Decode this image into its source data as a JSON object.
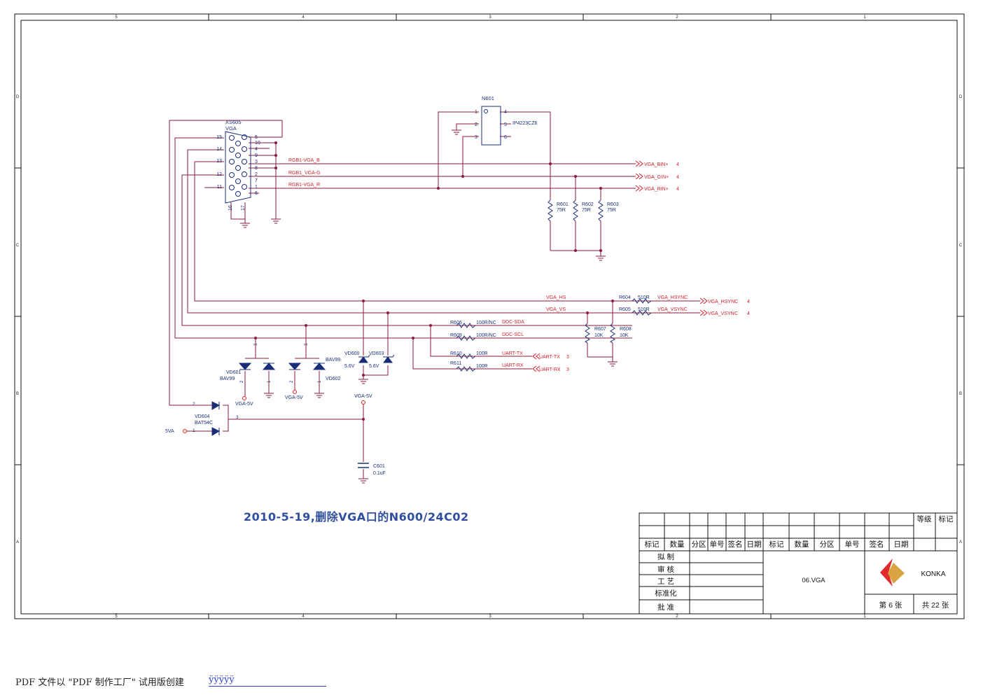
{
  "frame": {
    "zones_top": [
      "5",
      "4",
      "3",
      "2",
      "1"
    ],
    "zones_side": [
      "D",
      "C",
      "B",
      "A"
    ]
  },
  "components": {
    "connector": {
      "ref": "XS605",
      "value": "VGA",
      "pins_left": [
        "15",
        "14",
        "13",
        "12",
        "11"
      ],
      "pins_right": [
        "5",
        "10",
        "4",
        "9",
        "3",
        "8",
        "2",
        "7",
        "1",
        "6"
      ],
      "pins_bottom": [
        "16",
        "17"
      ]
    },
    "esd_chip": {
      "ref": "N601",
      "part": "IP4223CZ6",
      "pins_left": [
        "1",
        "2",
        "3"
      ],
      "pins_right": [
        "4",
        "5",
        "6"
      ]
    },
    "r601": {
      "ref": "R601",
      "value": "75R"
    },
    "r602": {
      "ref": "R602",
      "value": "75R"
    },
    "r603": {
      "ref": "R603",
      "value": "75R"
    },
    "r604": {
      "ref": "R604",
      "value": "510R"
    },
    "r605": {
      "ref": "R605",
      "value": "510R"
    },
    "r606": {
      "ref": "R606",
      "value": "100R/NC"
    },
    "r607": {
      "ref": "R607",
      "value": "10K"
    },
    "r608": {
      "ref": "R608",
      "value": "10K"
    },
    "r609": {
      "ref": "R609",
      "value": "100R/NC"
    },
    "r610": {
      "ref": "R610",
      "value": "100R"
    },
    "r611": {
      "ref": "R611",
      "value": "100R"
    },
    "vd600": {
      "ref": "VD600",
      "value": "5.6V"
    },
    "vd603": {
      "ref": "VD603",
      "value": "5.6V"
    },
    "vd601": {
      "ref": "VD601",
      "value": "BAV99"
    },
    "vd602": {
      "ref": "VD602",
      "value": "BAV99"
    },
    "vd604": {
      "ref": "VD604",
      "value": "BAT54C"
    },
    "c601": {
      "ref": "C601",
      "value": "0.1uF"
    }
  },
  "nets": {
    "rgb_b": "RGB1-VGA_B",
    "rgb_g": "RGB1_VGA-G",
    "rgb_r": "RGB1-VGA_R",
    "vga_hs": "VGA_HS",
    "vga_vs": "VGA_VS",
    "hsync_local": "VGA_HSYNC",
    "vsync_local": "VGA_VSYNC",
    "ddc_sda": "DDC-SDA",
    "ddc_scl": "DDC-SCL",
    "uart_tx": "UART-TX",
    "uart_rx": "UART-RX",
    "vga5v": "VGA-5V",
    "fivea": "5VA"
  },
  "ports": {
    "bin": {
      "name": "VGA_BIN+",
      "sheet": "4"
    },
    "gin": {
      "name": "VGA_GIN+",
      "sheet": "4"
    },
    "rin": {
      "name": "VGA_RIN+",
      "sheet": "4"
    },
    "hsync": {
      "name": "VGA_HSYNC",
      "sheet": "4"
    },
    "vsync": {
      "name": "VGA_VSYNC",
      "sheet": "4"
    },
    "uart_tx": {
      "name": "UART-TX",
      "sheet": "3"
    },
    "uart_rx": {
      "name": "UART-RX",
      "sheet": "3"
    }
  },
  "note": "2010-5-19,删除VGA口的N600/24C02",
  "title_block": {
    "level": "等级",
    "mark": "标记",
    "headers": [
      "标记",
      "数量",
      "分区",
      "单号",
      "签名",
      "日期",
      "标记",
      "数量",
      "分区",
      "单号",
      "签名",
      "日期"
    ],
    "roles": [
      "拟 制",
      "审 核",
      "工 艺",
      "标准化",
      "批 准"
    ],
    "drawing": "06.VGA",
    "company": "KONKA",
    "sheet_label": "第 6 张",
    "total_label": "共 22 张"
  },
  "footer": {
    "text": "PDF 文件以 \"PDF 制作工厂\" 试用版创建",
    "link": "ÿÿÿÿÿ"
  },
  "colors": {
    "wire": "#8b1a3a",
    "net_label": "#d0202a",
    "component": "#1a2e78",
    "note": "#2f4f9e",
    "frame": "#111111",
    "logo_red": "#e02a30",
    "logo_gold": "#d9a441"
  }
}
